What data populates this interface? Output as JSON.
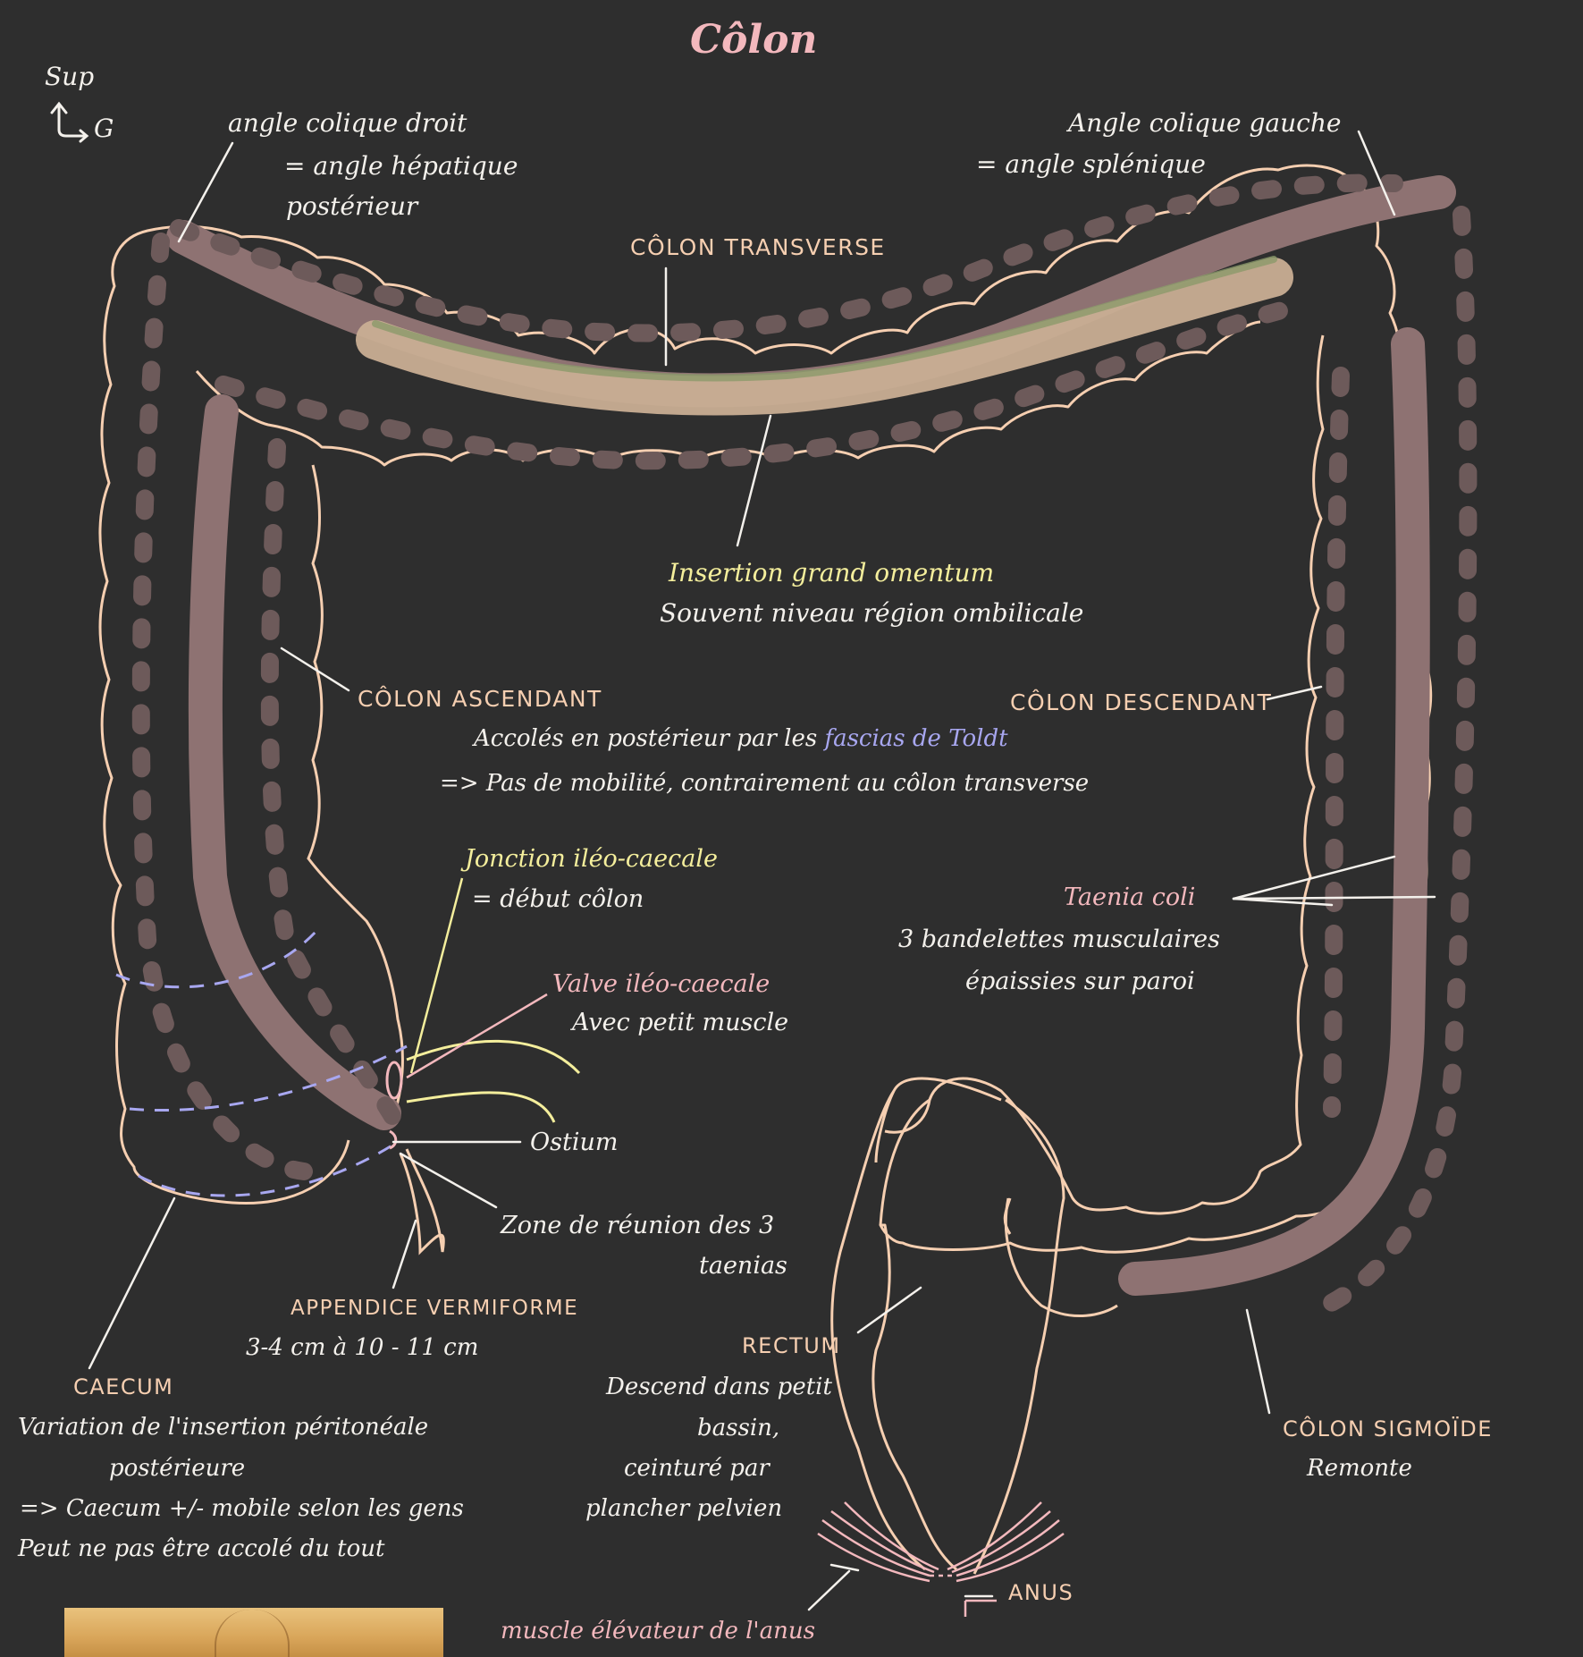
{
  "title": "Côlon",
  "orientation": {
    "sup": "Sup",
    "left": "G"
  },
  "labels": {
    "angle_droit": [
      "angle colique droit",
      "= angle hépatique",
      "postérieur"
    ],
    "angle_gauche": [
      "Angle colique gauche",
      "= angle splénique"
    ],
    "transverse": "CÔLON TRANSVERSE",
    "omentum": {
      "title": "Insertion grand omentum",
      "line2": "Souvent niveau région ombilicale"
    },
    "ascendant": "CÔLON ASCENDANT",
    "descendant": "CÔLON DESCENDANT",
    "toldt": {
      "pre": "Accolés en postérieur par les ",
      "highlight": "fascias de Toldt",
      "line2": "=> Pas de mobilité, contrairement au côlon transverse"
    },
    "jonction": {
      "title": "Jonction iléo-caecale",
      "line2": "= début côlon"
    },
    "valve": {
      "title": "Valve iléo-caecale",
      "line2": "Avec petit muscle"
    },
    "ostium": "Ostium",
    "zone": [
      "Zone de réunion des 3",
      "taenias"
    ],
    "taenia": {
      "title": "Taenia coli",
      "lines": [
        "3 bandelettes musculaires",
        "épaissies sur paroi"
      ]
    },
    "appendice": {
      "title": "APPENDICE VERMIFORME",
      "line2": "3-4 cm  à  10 - 11 cm"
    },
    "caecum": {
      "title": "CAECUM",
      "lines": [
        "Variation de l'insertion péritonéale",
        "postérieure",
        "=> Caecum +/- mobile selon les gens",
        "Peut ne pas être accolé du tout"
      ]
    },
    "rectum": {
      "title": "RECTUM",
      "lines": [
        "Descend dans petit",
        "bassin,",
        "ceinturé par",
        "plancher pelvien"
      ]
    },
    "sigmoide": {
      "title": "CÔLON SIGMOÏDE",
      "line2": "Remonte"
    },
    "anus": "ANUS",
    "elevateur": "muscle élévateur de l'anus"
  },
  "colors": {
    "background": "#2e2e2e",
    "outline": "#f6cfb1",
    "taenia_band": "#8e7272",
    "dashes": "#6d5a5a",
    "omentum": "#c9ae94",
    "pink": "#f3b8bd",
    "yellow": "#f4ee9c",
    "lavender": "#a8a7f0"
  }
}
